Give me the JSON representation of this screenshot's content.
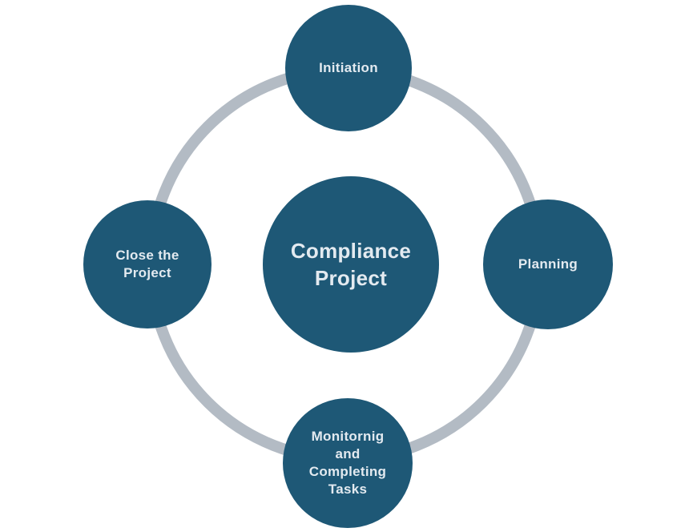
{
  "colors": {
    "node_fill": "#1E5876",
    "ring": "#B3BBC4",
    "label_text": "#E3EAF0",
    "background": "#FFFFFF"
  },
  "diagram": {
    "type": "cycle",
    "nodes": {
      "center": {
        "label": "Compliance\nProject"
      },
      "top": {
        "label": "Initiation"
      },
      "right": {
        "label": "Planning"
      },
      "bottom": {
        "label": "Monitornig\nand\nCompleting\nTasks"
      },
      "left": {
        "label": "Close the\nProject"
      }
    }
  }
}
